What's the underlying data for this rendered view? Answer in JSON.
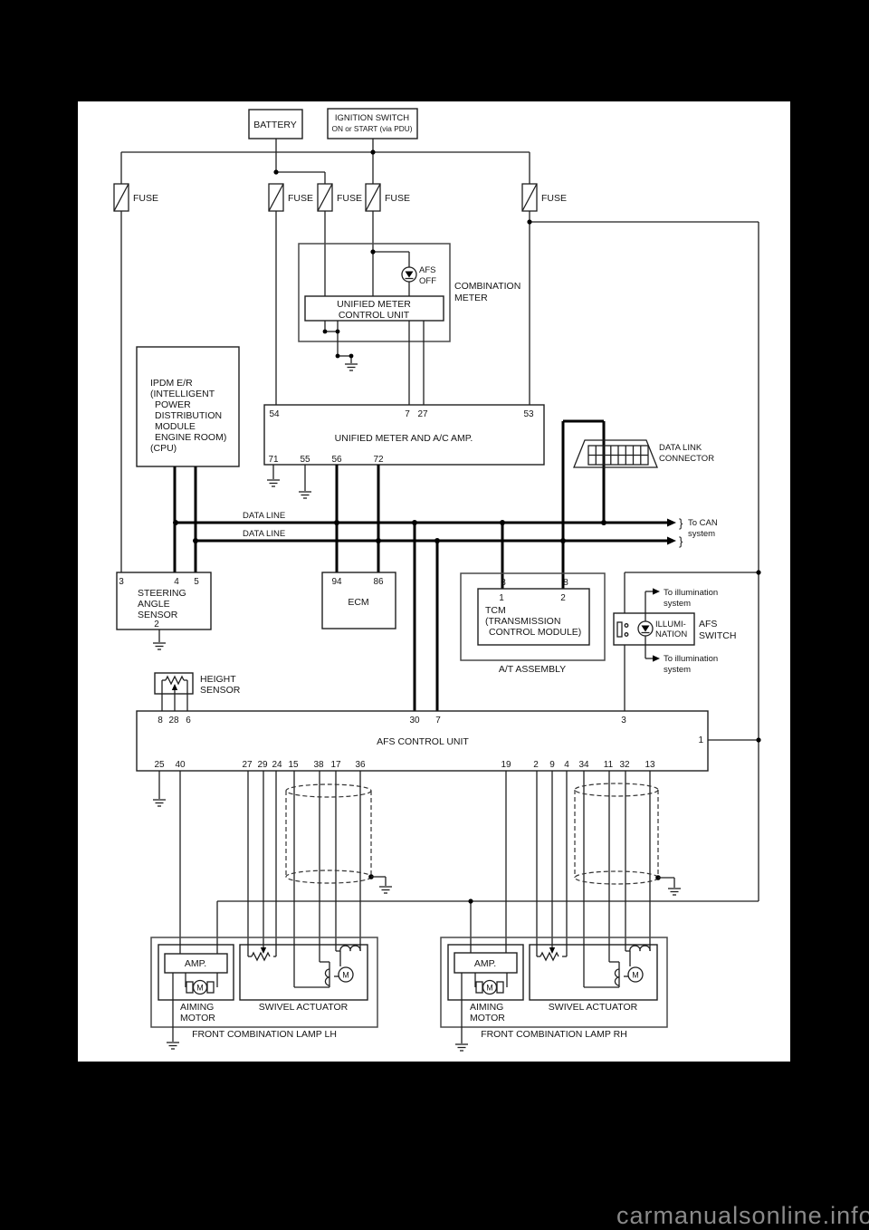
{
  "colors": {
    "paper": "#ffffff",
    "background": "#000000",
    "line": "#1f1f1f",
    "watermark": "#8a8a8a"
  },
  "battery": {
    "label": "BATTERY"
  },
  "ignition": {
    "line1": "IGNITION SWITCH",
    "line2": "ON or START (via PDU)"
  },
  "fuse_label": "FUSE",
  "combination_meter": {
    "label_line1": "COMBINATION",
    "label_line2": "METER",
    "afs_off_line1": "AFS",
    "afs_off_line2": "OFF",
    "umcu_line1": "UNIFIED METER",
    "umcu_line2": "CONTROL UNIT"
  },
  "ipdm": {
    "lines": [
      "IPDM E/R",
      "(INTELLIGENT",
      "POWER",
      "DISTRIBUTION",
      "MODULE",
      "ENGINE ROOM)",
      "(CPU)"
    ]
  },
  "umaa": {
    "label": "UNIFIED METER AND A/C AMP.",
    "pins_top": [
      "54",
      "7",
      "27",
      "53"
    ],
    "pins_bottom": [
      "71",
      "55",
      "56",
      "72"
    ]
  },
  "dlc": {
    "line1": "DATA LINK",
    "line2": "CONNECTOR"
  },
  "can": {
    "data_line": "DATA LINE",
    "brace": "}",
    "to_can_line1": "To CAN",
    "to_can_line2": "system"
  },
  "steering": {
    "lines": [
      "STEERING",
      "ANGLE",
      "SENSOR"
    ],
    "pins_top": [
      "3",
      "4",
      "5"
    ],
    "pin_bottom": "2"
  },
  "ecm": {
    "label": "ECM",
    "pins": [
      "94",
      "86"
    ]
  },
  "tcm": {
    "pins_outer": [
      "3",
      "8"
    ],
    "pins_inner": [
      "1",
      "2"
    ],
    "lines": [
      "TCM",
      "(TRANSMISSION",
      "CONTROL MODULE)"
    ],
    "assembly": "A/T ASSEMBLY"
  },
  "afs_switch": {
    "illumi_line1": "ILLUMI-",
    "illumi_line2": "NATION",
    "label_line1": "AFS",
    "label_line2": "SWITCH",
    "to_illum_line1": "To illumination",
    "to_illum_line2": "system"
  },
  "height_sensor": {
    "label_line1": "HEIGHT",
    "label_line2": "SENSOR"
  },
  "afs_cu": {
    "label": "AFS CONTROL UNIT",
    "pins_top": [
      "8",
      "28",
      "6",
      "30",
      "7",
      "3"
    ],
    "pin_right": "1",
    "pins_bottom": [
      "25",
      "40",
      "27",
      "29",
      "24",
      "15",
      "38",
      "17",
      "36",
      "19",
      "2",
      "9",
      "4",
      "34",
      "11",
      "32",
      "13"
    ]
  },
  "lamp_lh": {
    "label": "FRONT COMBINATION LAMP LH",
    "amp": "AMP.",
    "aiming_line1": "AIMING",
    "aiming_line2": "MOTOR",
    "swivel": "SWIVEL ACTUATOR",
    "motor_letter": "M"
  },
  "lamp_rh": {
    "label": "FRONT COMBINATION LAMP RH",
    "amp": "AMP.",
    "aiming_line1": "AIMING",
    "aiming_line2": "MOTOR",
    "swivel": "SWIVEL ACTUATOR",
    "motor_letter": "M"
  },
  "watermark": "carmanualsonline.info"
}
